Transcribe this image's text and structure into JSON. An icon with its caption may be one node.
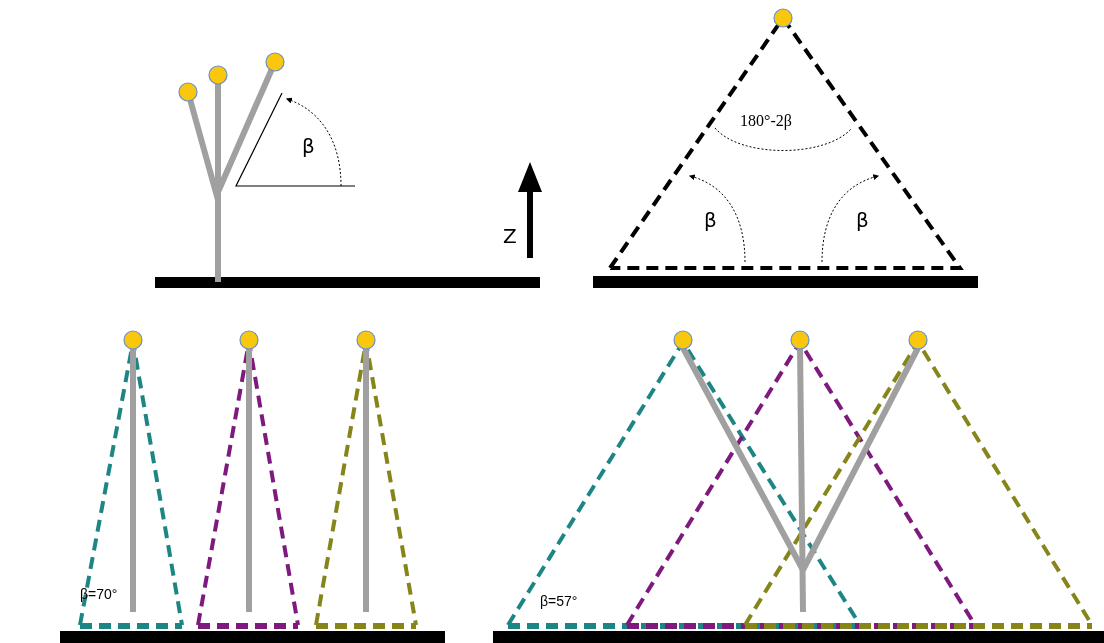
{
  "diagram": {
    "labels": [
      "β",
      "Z",
      "180°-2β",
      "β",
      "β",
      "β=70°",
      "β=57°"
    ]
  }
}
